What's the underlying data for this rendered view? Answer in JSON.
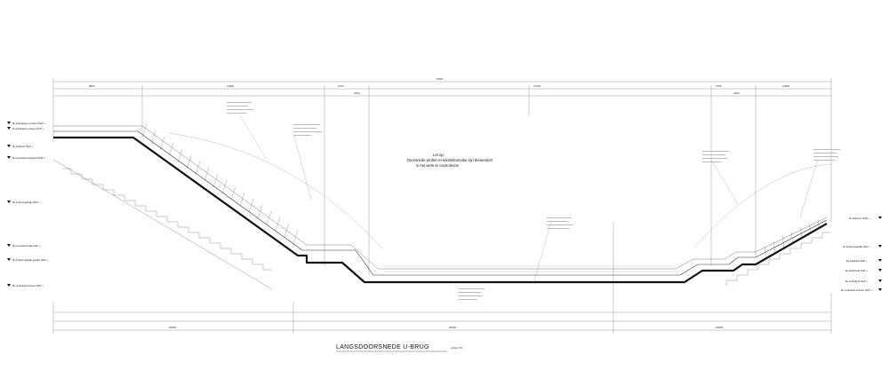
{
  "title": "LANGSDOORSNEDE U-BRUG",
  "scale": "schaal 1:50",
  "center_note": [
    "Let op:",
    "Doorsnede profiel en tekstinformatie zijn theoretisch",
    "in het werk te controleren!"
  ],
  "overall_dimension": "71800",
  "top_dimensions": [
    "8800",
    "11800",
    "3700",
    "4200",
    "37000",
    "3700",
    "4200",
    "11800"
  ],
  "bottom_dimensions": [
    "20800",
    "30200",
    "20800"
  ],
  "left_levels": [
    "bk trekstangen schoen NAP +",
    "bk aanlegkop schoen NAP +",
    "bk dekvloer NAP +",
    "bk bovenkant kistplank NAP +",
    "bk funderingsbalk NAP +",
    "bk bovenkant balk NAP +",
    "bk funderingsbalk (gelijk) NAP +",
    "bk onderkant schoen NAP +"
  ],
  "right_levels": [
    "bk dekvloer NAP +",
    "bk funderingsbalk NAP +",
    "bk kistplank NAP +",
    "bk landhoofd NAP +",
    "bk onderkant NAP +",
    "bk onderkant schoen NAP +"
  ],
  "colors": {
    "line": "#333333",
    "deck": "#111111",
    "dim": "#555555"
  }
}
